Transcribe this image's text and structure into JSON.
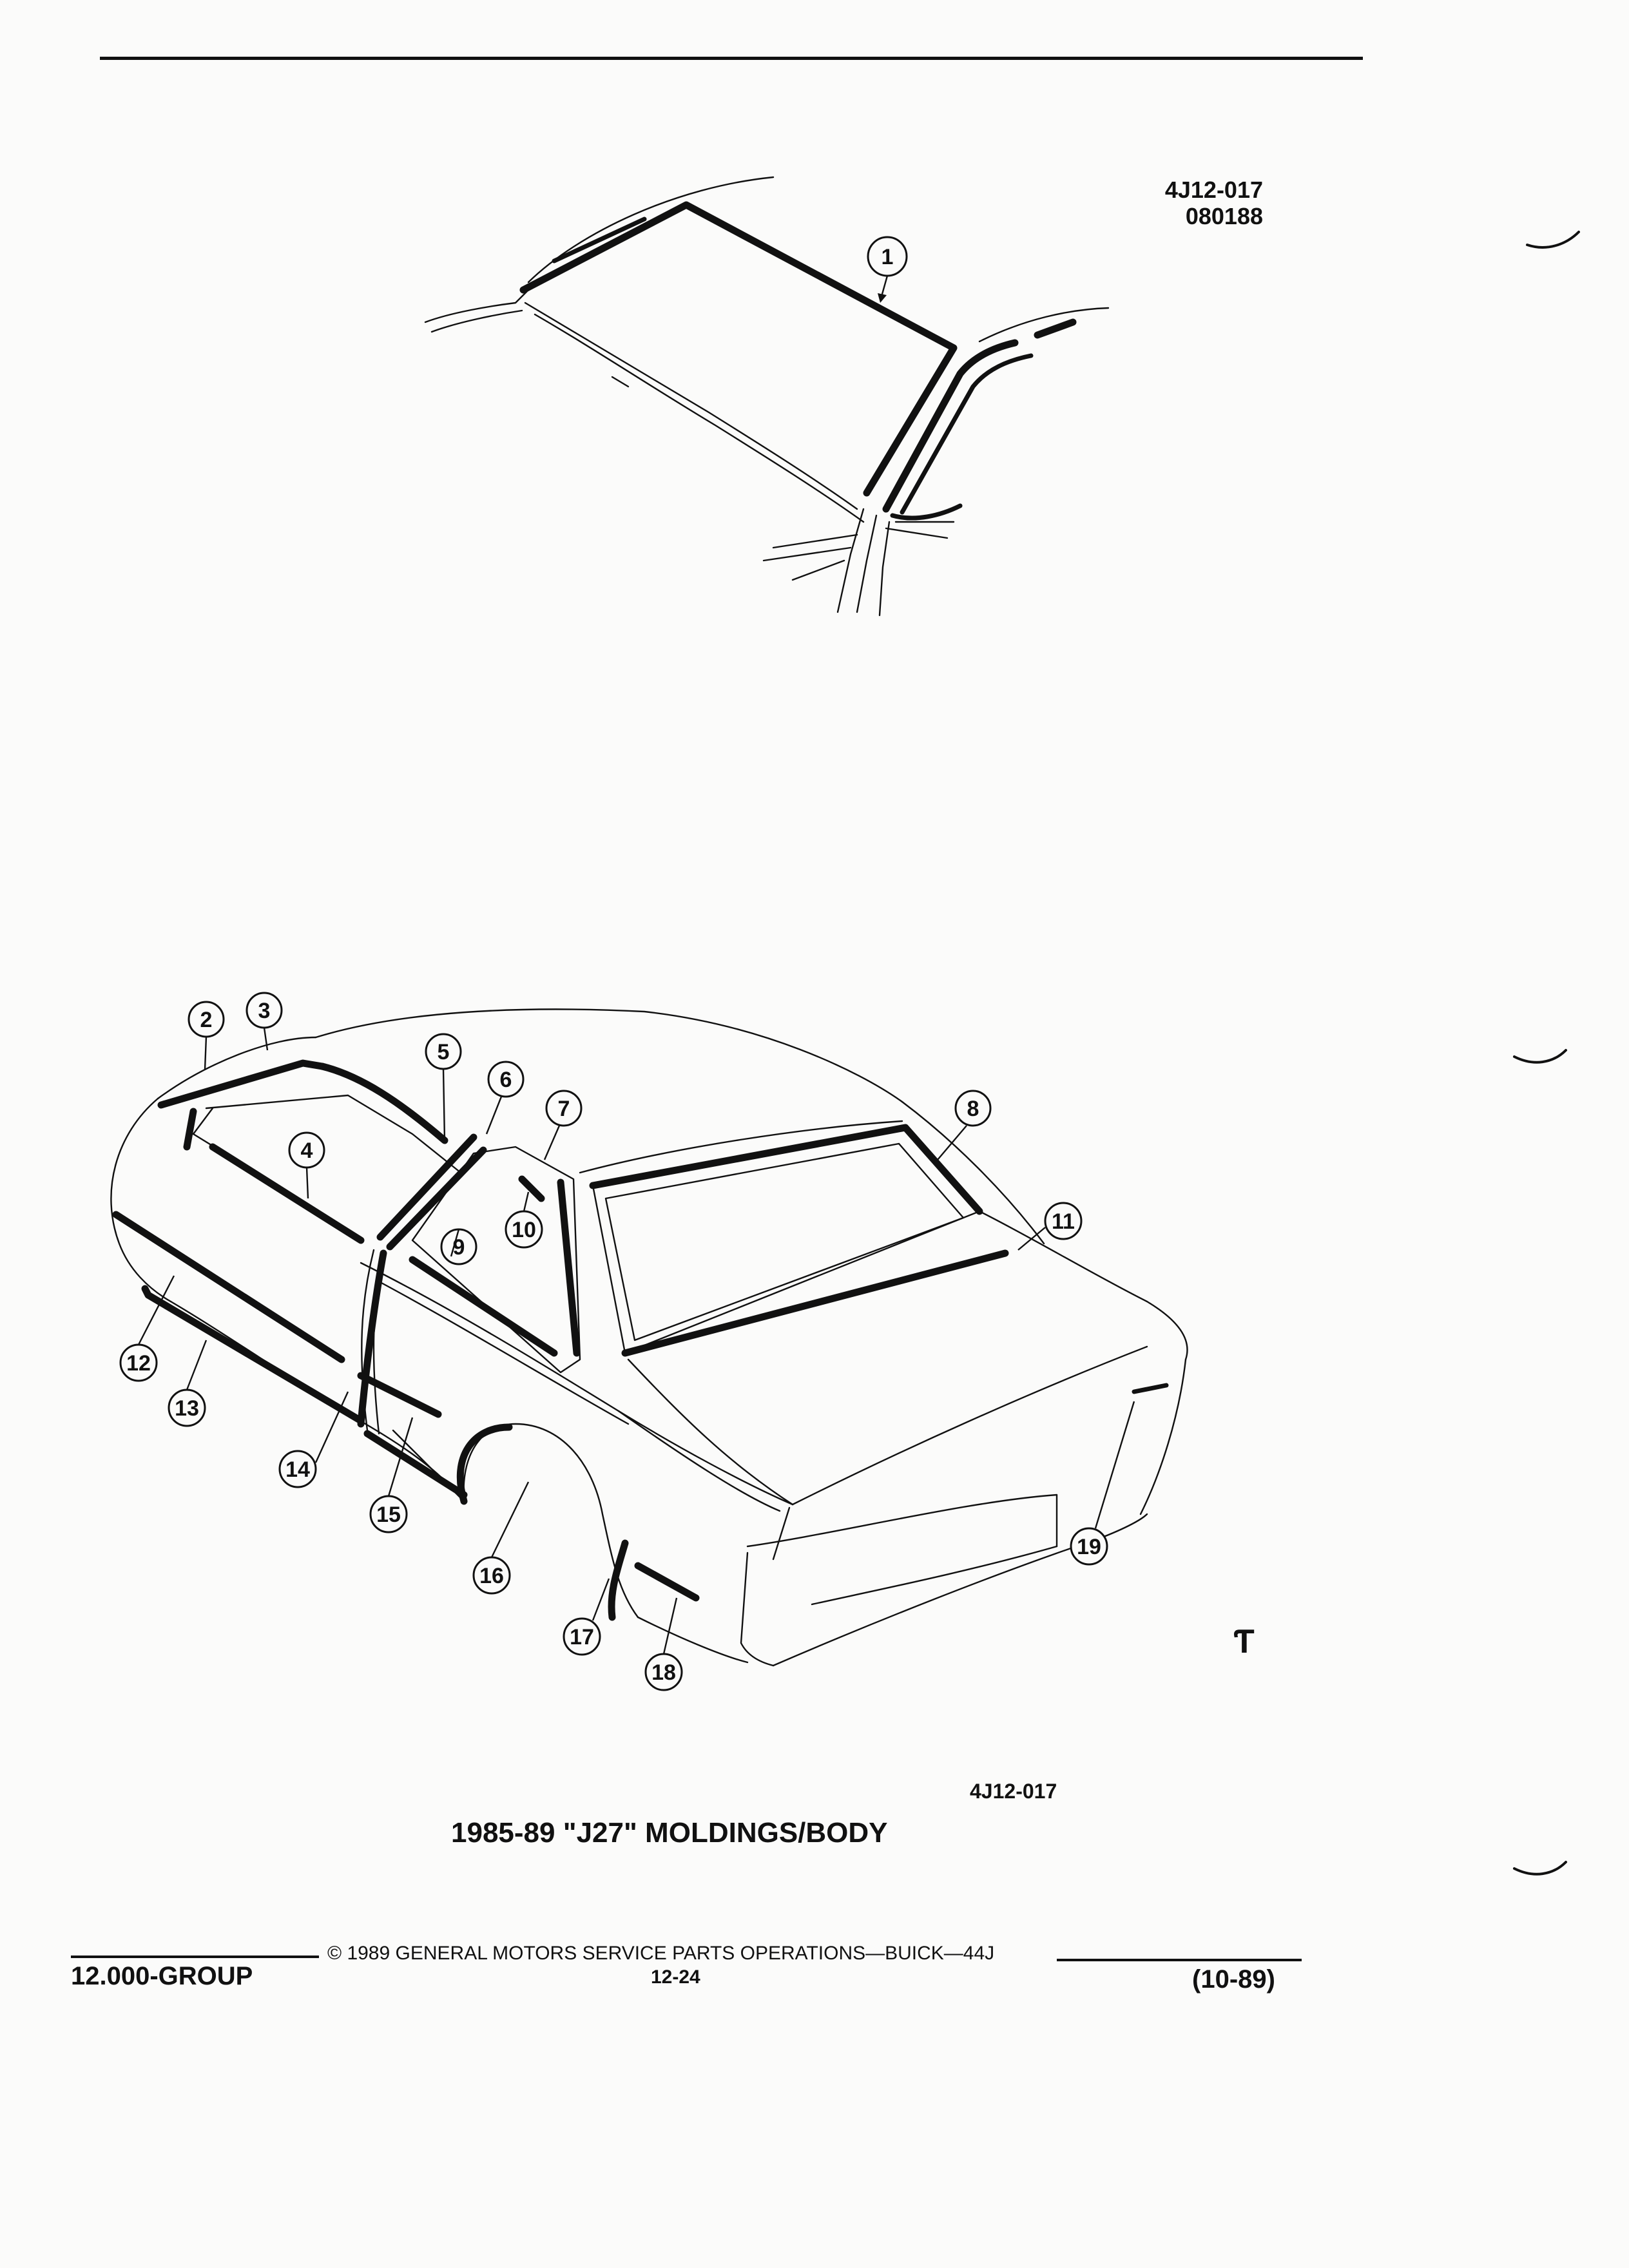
{
  "header": {
    "figure_code": "4J12-017",
    "date_code": "080188"
  },
  "callouts": [
    "1",
    "2",
    "3",
    "4",
    "5",
    "6",
    "7",
    "8",
    "9",
    "10",
    "11",
    "12",
    "13",
    "14",
    "15",
    "16",
    "17",
    "18",
    "19"
  ],
  "lower_figure_code": "4J12-017",
  "caption": "1985-89 \"J27\" MOLDINGS/BODY",
  "logo_glyph": "Ƭ",
  "footer": {
    "group": "12.000-GROUP",
    "copyright": "©  1989  GENERAL MOTORS SERVICE PARTS OPERATIONS—BUICK—44J",
    "page": "12-24",
    "revision": "(10-89)"
  }
}
